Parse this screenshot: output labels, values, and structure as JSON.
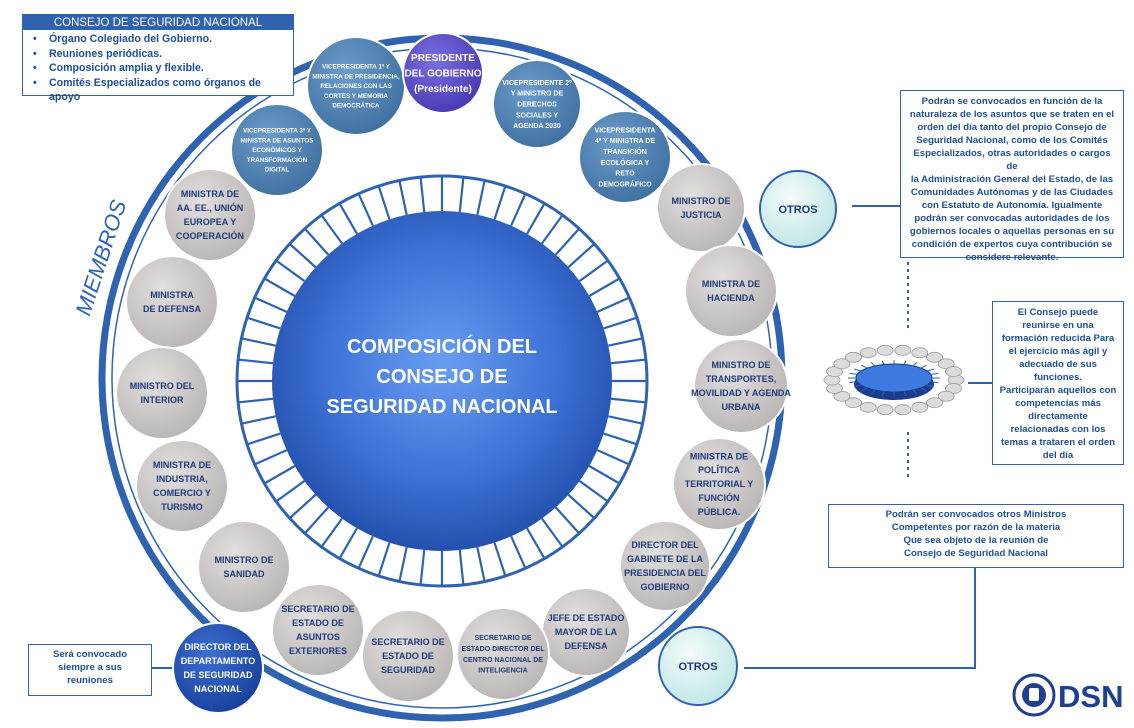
{
  "summary": {
    "title": "CONSEJO DE SEGURIDAD NACIONAL",
    "items": [
      "Órgano Colegiado del Gobierno.",
      "Reuniones periódicas.",
      "Composición amplia y flexible.",
      "Comités Especializados como órganos de apoyo"
    ]
  },
  "ring_label": "MIEMBROS",
  "center": {
    "lines": [
      "COMPOSICIÓN DEL",
      "CONSEJO DE",
      "SEGURIDAD NACIONAL"
    ]
  },
  "president": {
    "lines": [
      "PRESIDENTE",
      "DEL GOBIERNO",
      "(Presidente)"
    ]
  },
  "members": [
    {
      "id": "vp1",
      "lines": [
        "VICEPRESIDENTA 1ª Y",
        "MINISTRA DE PRESIDENCIA,",
        "RELACIONES CON LAS",
        "CORTES Y MEMORIA",
        "DEMOCRÁTICA"
      ]
    },
    {
      "id": "vp2",
      "lines": [
        "VICEPRESIDENTE 2º",
        "Y MINISTRO DE",
        "DERECHOS",
        "SOCIALES Y",
        "AGENDA 2030"
      ]
    },
    {
      "id": "vp3",
      "lines": [
        "VICEPRESIDENTA 3ª Y",
        "MINISTRA DE ASUNTOS",
        "ECONÓMICOS Y",
        "TRANSFORMACIÓN",
        "DIGITAL"
      ]
    },
    {
      "id": "vp4",
      "lines": [
        "VICEPRESIDENTA",
        "4ª Y MINISTRA DE",
        "TRANSICIÓN",
        "ECOLÓGICA Y",
        "RETO",
        "DEMOGRÁFICO"
      ]
    },
    {
      "id": "exteriores",
      "lines": [
        "MINISTRA DE",
        "AA. EE., UNIÓN",
        "EUROPEA Y",
        "COOPERACIÓN"
      ]
    },
    {
      "id": "justicia",
      "lines": [
        "MINISTRO DE",
        "JUSTICIA"
      ]
    },
    {
      "id": "defensa",
      "lines": [
        "MINISTRA",
        "DE DEFENSA"
      ]
    },
    {
      "id": "hacienda",
      "lines": [
        "MINISTRA DE",
        "HACIENDA"
      ]
    },
    {
      "id": "interior",
      "lines": [
        "MINISTRO DEL",
        "INTERIOR"
      ]
    },
    {
      "id": "transportes",
      "lines": [
        "MINISTRO DE",
        "TRANSPORTES,",
        "MOVILIDAD Y AGENDA",
        "URBANA"
      ]
    },
    {
      "id": "industria",
      "lines": [
        "MINISTRA DE",
        "INDUSTRIA,",
        "COMERCIO Y",
        "TURISMO"
      ]
    },
    {
      "id": "politica-territorial",
      "lines": [
        "MINISTRA DE",
        "POLÍTICA",
        "TERRITORIAL Y",
        "FUNCIÓN",
        "PÚBLICA."
      ]
    },
    {
      "id": "sanidad",
      "lines": [
        "MINISTRO DE",
        "SANIDAD"
      ]
    },
    {
      "id": "gabinete",
      "lines": [
        "DIRECTOR DEL",
        "GABINETE DE LA",
        "PRESIDENCIA DEL",
        "GOBIERNO"
      ]
    },
    {
      "id": "se-exteriores",
      "lines": [
        "SECRETARIO DE",
        "ESTADO DE",
        "ASUNTOS",
        "EXTERIORES"
      ]
    },
    {
      "id": "jemad",
      "lines": [
        "JEFE DE ESTADO",
        "MAYOR DE LA",
        "DEFENSA"
      ]
    },
    {
      "id": "se-seguridad",
      "lines": [
        "SECRETARIO DE",
        "ESTADO DE",
        "SEGURIDAD"
      ]
    },
    {
      "id": "cni",
      "lines": [
        "SECRETARIO DE",
        "ESTADO DIRECTOR DEL",
        "CENTRO NACIONAL DE",
        "INTELIGENCIA"
      ]
    }
  ],
  "dsn_director": {
    "lines": [
      "DIRECTOR DEL",
      "DEPARTAMENTO",
      "DE SEGURIDAD",
      "NACIONAL"
    ]
  },
  "otros_top": "OTROS",
  "otros_bottom": "OTROS",
  "notes": {
    "otros_top": [
      "Podrán se convocados en función de la",
      "naturaleza de los asuntos que se traten en el",
      "orden del día tanto del propio Consejo de",
      "Seguridad Nacional, como de los Comités",
      "Especializados, otras autoridades o cargos de",
      "la Administración General del Estado, de las",
      "Comunidades Autónomas y de las Ciudades",
      "con Estatuto de Autonomía. Igualmente",
      "podrán ser convocadas autoridades de los",
      "gobiernos locales o aquellas personas en su",
      "condición de expertos cuya contribución se",
      "considere relevante."
    ],
    "reduced": [
      "El Consejo puede",
      "reunirse en una",
      "formación reducida Para",
      "el ejercicio más ágil y",
      "adecuado de sus",
      "funciones.",
      "Participarán aquellos con",
      "competencias más",
      "directamente",
      "relacionadas con los",
      "temas a trataren el orden",
      "del día"
    ],
    "ministers": [
      "Podrán ser convocados otros Ministros",
      "Competentes por razón de la materia",
      "Que sea objeto de la reunión de",
      "Consejo de Seguridad Nacional"
    ],
    "dsn": [
      "Será convocado",
      "siempre a sus",
      "reuniones"
    ]
  },
  "logo": {
    "text": "DSN"
  },
  "colors": {
    "primary_blue": "#2f63b0",
    "dark_blue": "#1f4e96",
    "president_purple": "#5b4fc4",
    "vp_blue": "#4a7fb0",
    "member_grey": "#c9c5c5",
    "otros_teal": "#d7f1f0",
    "center_blue": "#3a6fd6"
  }
}
